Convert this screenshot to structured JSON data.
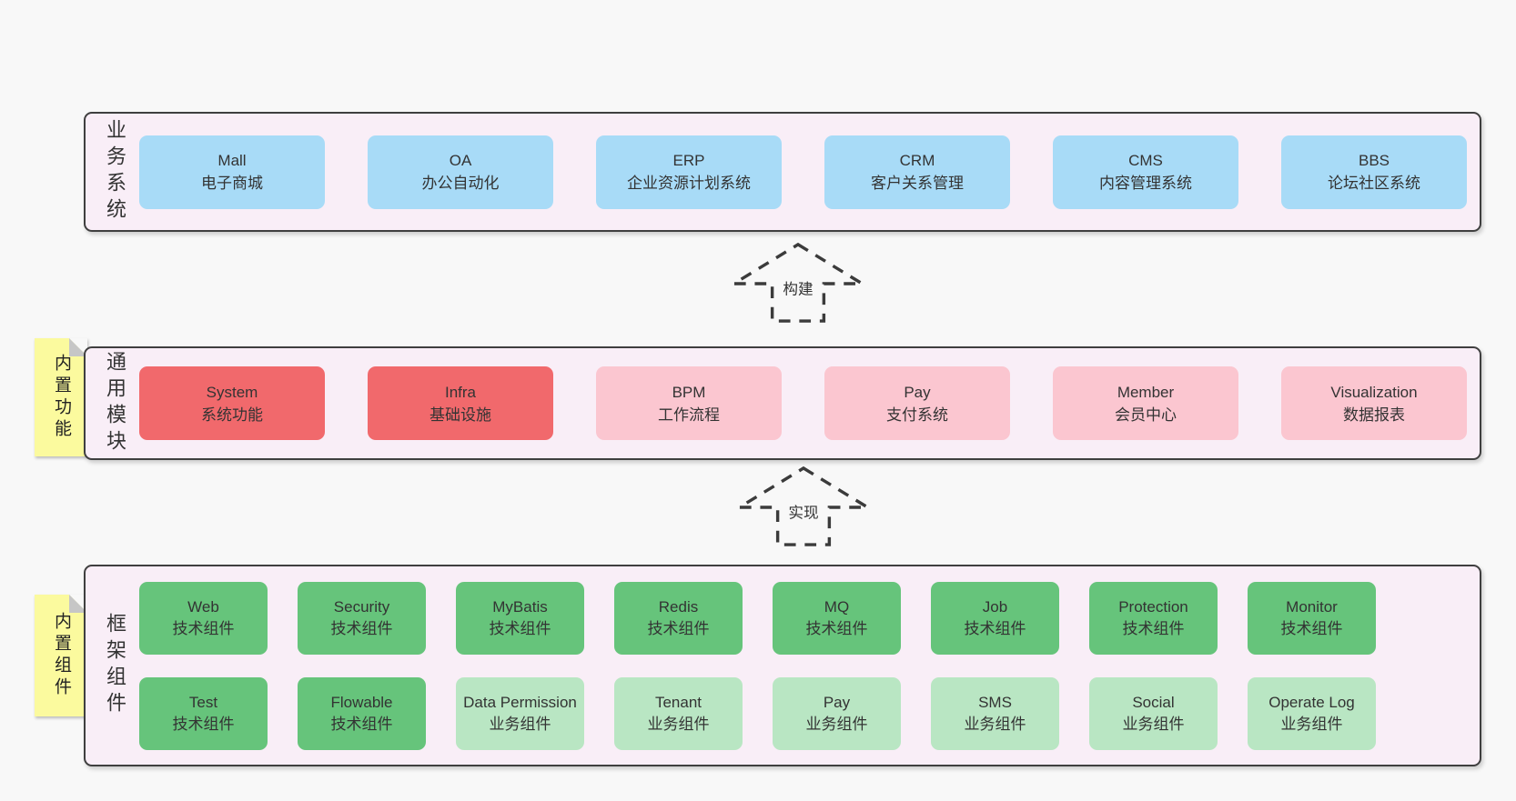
{
  "colors": {
    "page_bg": "#f8f8f8",
    "panel_bg": "#f9eef7",
    "panel_border": "#3f3f3f",
    "box_blue": "#a8dbf7",
    "box_red": "#f1696c",
    "box_pink": "#fbc6d0",
    "box_green_dark": "#66c47b",
    "box_green_light": "#b9e6c3",
    "sticky_yellow": "#fbfa9e",
    "text": "#333333"
  },
  "business_row": {
    "side_label": "业务系统",
    "boxes": [
      {
        "en": "Mall",
        "zh": "电子商城"
      },
      {
        "en": "OA",
        "zh": "办公自动化"
      },
      {
        "en": "ERP",
        "zh": "企业资源计划系统"
      },
      {
        "en": "CRM",
        "zh": "客户关系管理"
      },
      {
        "en": "CMS",
        "zh": "内容管理系统"
      },
      {
        "en": "BBS",
        "zh": "论坛社区系统"
      }
    ]
  },
  "arrow_build": {
    "label": "构建"
  },
  "module_row": {
    "side_label": "通用模块",
    "sticky": "内置功能",
    "boxes": [
      {
        "en": "System",
        "zh": "系统功能"
      },
      {
        "en": "Infra",
        "zh": "基础设施"
      },
      {
        "en": "BPM",
        "zh": "工作流程"
      },
      {
        "en": "Pay",
        "zh": "支付系统"
      },
      {
        "en": "Member",
        "zh": "会员中心"
      },
      {
        "en": "Visualization",
        "zh": "数据报表"
      }
    ]
  },
  "arrow_implement": {
    "label": "实现"
  },
  "component_row": {
    "side_label": "框架组件",
    "sticky": "内置组件",
    "row1": [
      {
        "en": "Web",
        "zh": "技术组件"
      },
      {
        "en": "Security",
        "zh": "技术组件"
      },
      {
        "en": "MyBatis",
        "zh": "技术组件"
      },
      {
        "en": "Redis",
        "zh": "技术组件"
      },
      {
        "en": "MQ",
        "zh": "技术组件"
      },
      {
        "en": "Job",
        "zh": "技术组件"
      },
      {
        "en": "Protection",
        "zh": "技术组件"
      },
      {
        "en": "Monitor",
        "zh": "技术组件"
      }
    ],
    "row2": [
      {
        "en": "Test",
        "zh": "技术组件"
      },
      {
        "en": "Flowable",
        "zh": "技术组件"
      },
      {
        "en": "Data Permission",
        "zh": "业务组件"
      },
      {
        "en": "Tenant",
        "zh": "业务组件"
      },
      {
        "en": "Pay",
        "zh": "业务组件"
      },
      {
        "en": "SMS",
        "zh": "业务组件"
      },
      {
        "en": "Social",
        "zh": "业务组件"
      },
      {
        "en": "Operate Log",
        "zh": "业务组件"
      }
    ]
  }
}
